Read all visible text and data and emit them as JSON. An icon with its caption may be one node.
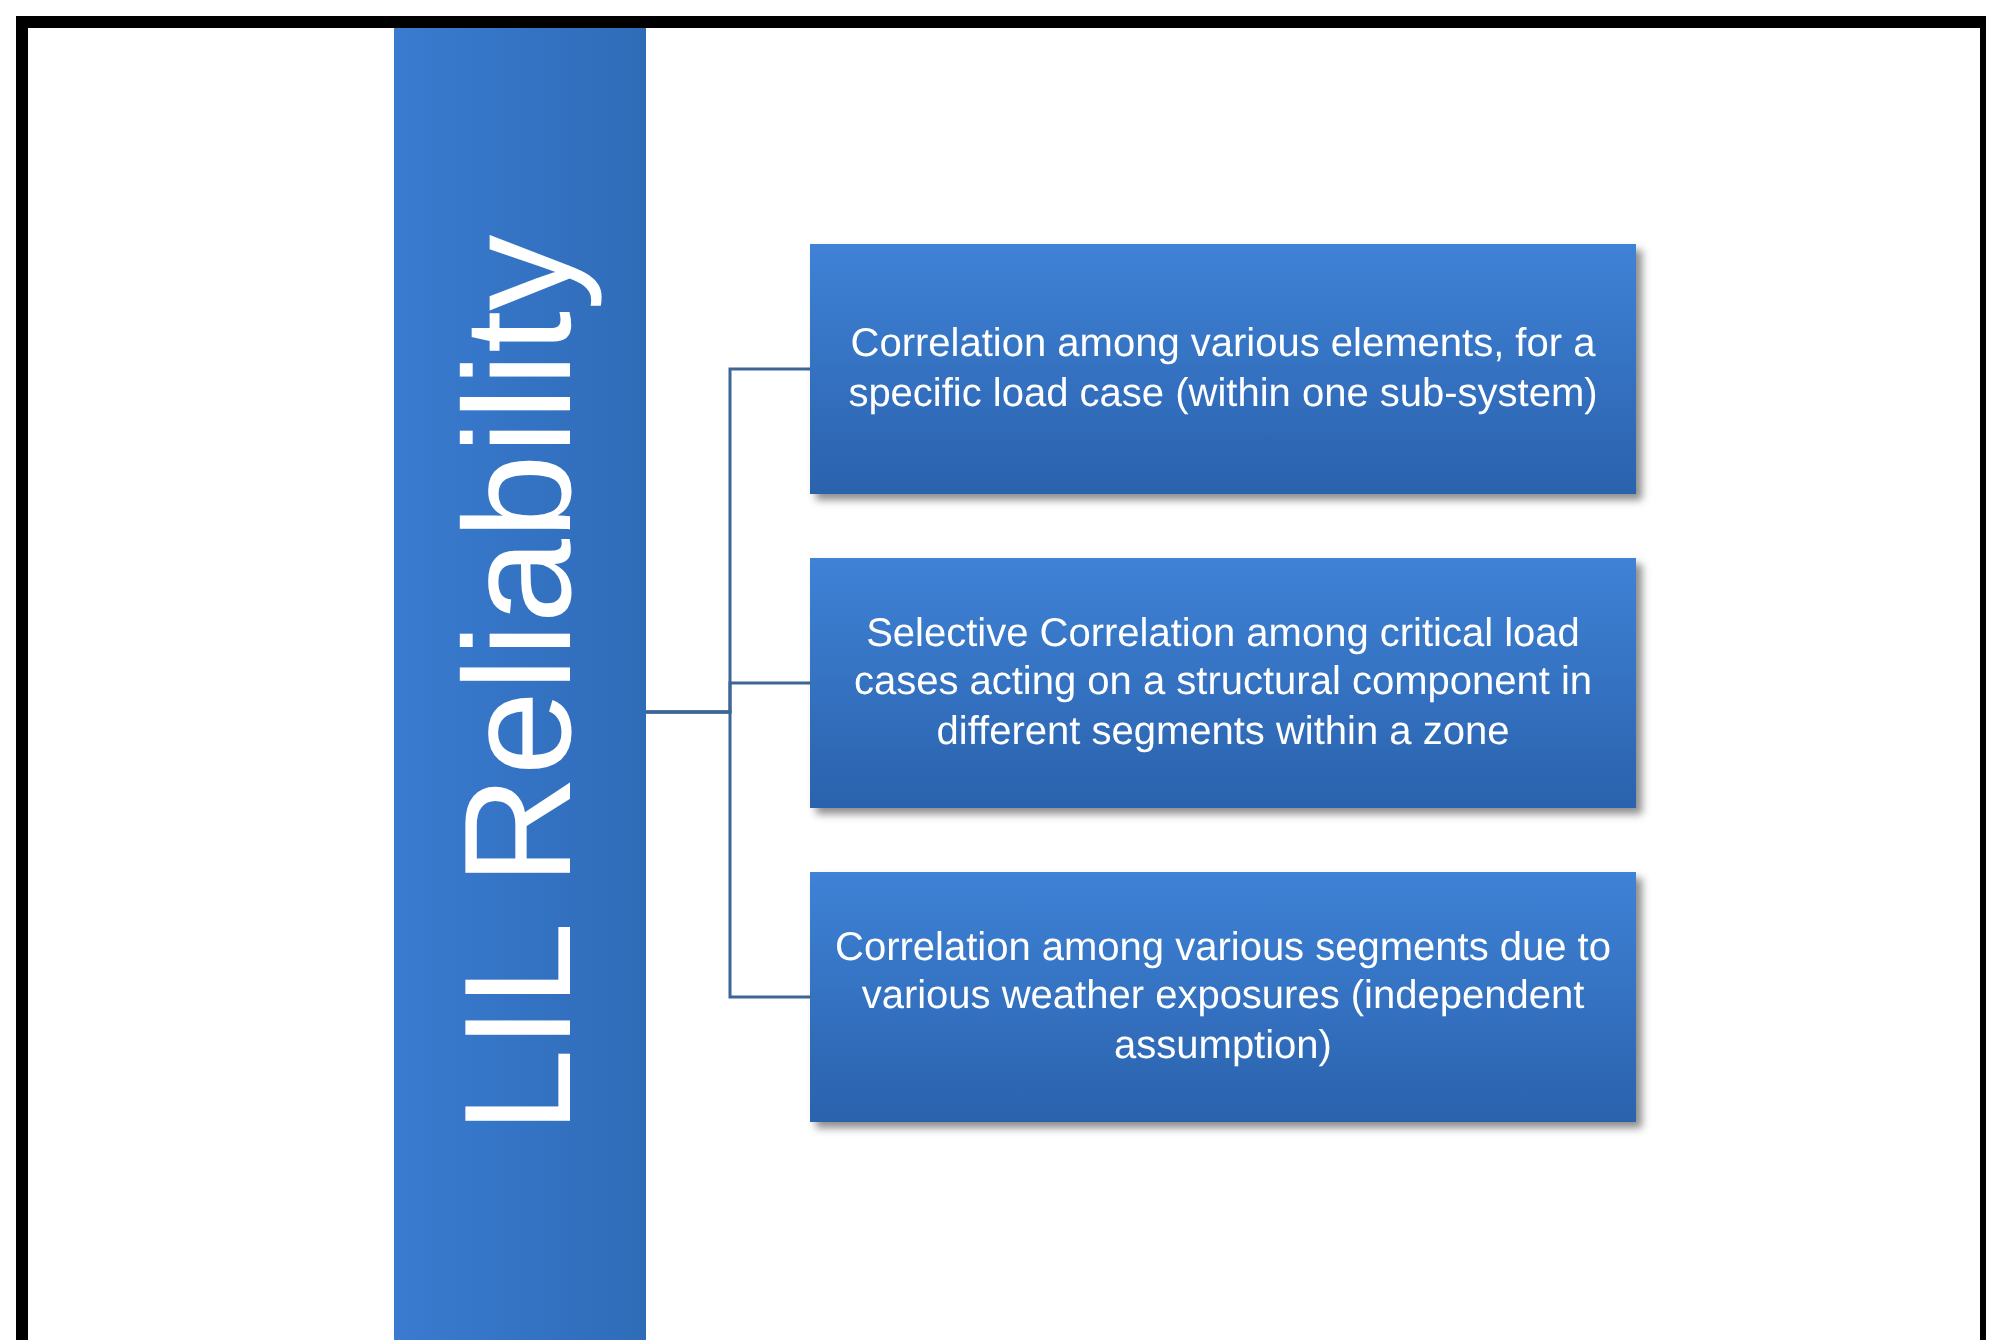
{
  "diagram": {
    "nodes": [
      {
        "text": [
          "LIL Reliability"
        ]
      },
      {
        "text": [
          "Correlation among various elements, for a specific  load case (within one sub-system)"
        ]
      },
      {
        "text": [
          "Selective Correlation among  critical load cases acting on a  structural component in different segments within a zone"
        ]
      },
      {
        "text": [
          "Correlation among various segments due to various weather exposures (independent assumption)"
        ]
      }
    ],
    "edges": [
      {
        "from": 0,
        "to": 1,
        "arrow": "none"
      },
      {
        "from": 0,
        "to": 2,
        "arrow": "none"
      },
      {
        "from": 0,
        "to": 3,
        "arrow": "none"
      }
    ]
  }
}
